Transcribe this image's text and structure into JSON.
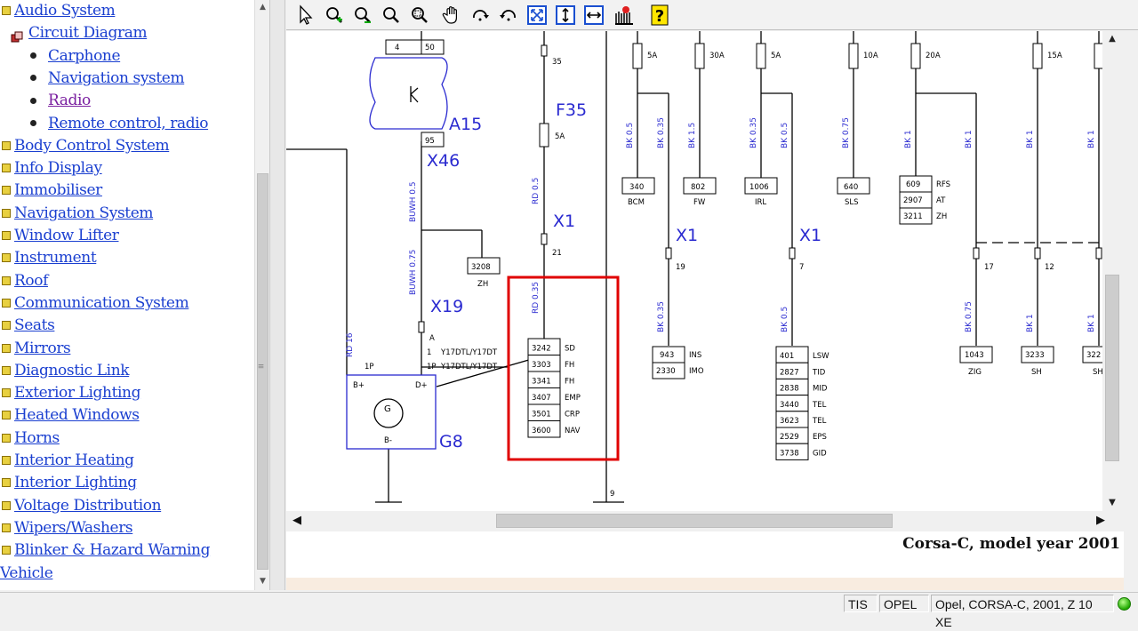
{
  "tree": {
    "items": [
      {
        "label": "Audio System",
        "kind": "folder",
        "indent": 0
      },
      {
        "label": "Circuit Diagram",
        "kind": "diagram",
        "indent": 1
      },
      {
        "label": "Carphone",
        "kind": "bullet",
        "indent": 2
      },
      {
        "label": "Navigation system",
        "kind": "bullet",
        "indent": 2
      },
      {
        "label": "Radio",
        "kind": "bullet",
        "indent": 2,
        "visited": true
      },
      {
        "label": "Remote control, radio",
        "kind": "bullet",
        "indent": 2
      },
      {
        "label": "Body Control System",
        "kind": "folder",
        "indent": 0
      },
      {
        "label": "Info Display",
        "kind": "folder",
        "indent": 0
      },
      {
        "label": "Immobiliser",
        "kind": "folder",
        "indent": 0
      },
      {
        "label": "Navigation System",
        "kind": "folder",
        "indent": 0
      },
      {
        "label": "Window Lifter",
        "kind": "folder",
        "indent": 0
      },
      {
        "label": "Instrument",
        "kind": "folder",
        "indent": 0
      },
      {
        "label": "Roof",
        "kind": "folder",
        "indent": 0
      },
      {
        "label": "Communication System",
        "kind": "folder",
        "indent": 0
      },
      {
        "label": "Seats",
        "kind": "folder",
        "indent": 0
      },
      {
        "label": "Mirrors",
        "kind": "folder",
        "indent": 0
      },
      {
        "label": "Diagnostic Link",
        "kind": "folder",
        "indent": 0
      },
      {
        "label": "Exterior Lighting",
        "kind": "folder",
        "indent": 0
      },
      {
        "label": "Heated Windows",
        "kind": "folder",
        "indent": 0
      },
      {
        "label": "Horns",
        "kind": "folder",
        "indent": 0
      },
      {
        "label": "Interior Heating",
        "kind": "folder",
        "indent": 0
      },
      {
        "label": "Interior Lighting",
        "kind": "folder",
        "indent": 0
      },
      {
        "label": "Voltage Distribution",
        "kind": "folder",
        "indent": 0
      },
      {
        "label": "Wipers/Washers",
        "kind": "folder",
        "indent": 0
      },
      {
        "label": "Blinker & Hazard Warning",
        "kind": "folder",
        "indent": 0
      },
      {
        "label": "Vehicle",
        "kind": "plain",
        "indent": -1
      }
    ]
  },
  "toolbar": {
    "tools": [
      "select-pointer-icon",
      "zoom-in-icon",
      "zoom-out-icon",
      "zoom-icon",
      "zoom-window-icon",
      "pan-hand-icon",
      "rotate-left-icon",
      "rotate-right-icon",
      "fit-all-icon",
      "fit-height-icon",
      "fit-width-icon",
      "highlight-icon",
      "help-icon"
    ]
  },
  "diagram": {
    "components": {
      "a15": "A15",
      "x46": "X46",
      "x19": "X19",
      "g8": "G8",
      "f35": "F35",
      "x1a": "X1",
      "x1b": "X1",
      "x1c": "X1",
      "gen": "G",
      "gen_bplus": "B+",
      "gen_dplus": "D+",
      "gen_bminus": "B-"
    },
    "pins": {
      "p4": "4",
      "p50": "50",
      "p95": "95",
      "p35": "35",
      "p21": "21",
      "p19": "19",
      "p7": "7",
      "p17": "17",
      "p12": "12",
      "p9": "9",
      "pa": "A",
      "p1p": "1P",
      "p1": "1",
      "p1p2": "1P"
    },
    "variant_text": {
      "v1": "Y17DTL/Y17DT",
      "v2": "Y17DTL/Y17DT"
    },
    "fuses": [
      {
        "rating": "5A"
      },
      {
        "rating": "30A"
      },
      {
        "rating": "5A"
      },
      {
        "rating": "10A"
      },
      {
        "rating": "20A"
      },
      {
        "rating": "15A"
      }
    ],
    "f35_rating": "5A",
    "wires": {
      "w_buwh05": "BUWH 0.5",
      "w_buwh075": "BUWH 0.75",
      "w_rd16": "RD 16",
      "w_rd05": "RD 0.5",
      "w_rd035": "RD 0.35",
      "w_bk05a": "BK 0.5",
      "w_bk035a": "BK 0.35",
      "w_bk15": "BK 1.5",
      "w_bk035b": "BK 0.35",
      "w_bk05b": "BK 0.5",
      "w_bk075": "BK 0.75",
      "w_bk1a": "BK 1",
      "w_bk1b": "BK 1",
      "w_bk1c": "BK 1",
      "w_bk1d": "BK 1",
      "w_bk035c": "BK 0.35",
      "w_bk05c": "BK 0.5",
      "w_bk075b": "BK 0.75",
      "w_bk1e": "BK 1",
      "w_bk1f": "BK 1"
    },
    "refs": {
      "r3208": "3208",
      "rzh": "ZH",
      "r340": "340",
      "rbcm": "BCM",
      "r802": "802",
      "rfw": "FW",
      "r1006": "1006",
      "rirl": "IRL",
      "r640": "640",
      "rsls": "SLS",
      "r609": "609",
      "rrfs": "RFS",
      "r2907": "2907",
      "rat": "AT",
      "r3211": "3211",
      "rzh2": "ZH",
      "r943": "943",
      "rins": "INS",
      "r2330": "2330",
      "rimo": "IMO",
      "r1043": "1043",
      "rzig": "ZIG",
      "r3233": "3233",
      "rsh": "SH",
      "r322": "322",
      "rsh2": "SH"
    },
    "radio_refs": [
      {
        "num": "3242",
        "code": "SD"
      },
      {
        "num": "3303",
        "code": "FH"
      },
      {
        "num": "3341",
        "code": "FH"
      },
      {
        "num": "3407",
        "code": "EMP"
      },
      {
        "num": "3501",
        "code": "CRP"
      },
      {
        "num": "3600",
        "code": "NAV"
      }
    ],
    "x1c_refs": [
      {
        "num": "401",
        "code": "LSW"
      },
      {
        "num": "2827",
        "code": "TID"
      },
      {
        "num": "2838",
        "code": "MID"
      },
      {
        "num": "3440",
        "code": "TEL"
      },
      {
        "num": "3623",
        "code": "TEL"
      },
      {
        "num": "2529",
        "code": "EPS"
      },
      {
        "num": "3738",
        "code": "GID"
      }
    ],
    "highlight_color": "#e00000"
  },
  "caption": "Corsa-C, model year 2001",
  "statusbar": {
    "app": "TIS",
    "make": "OPEL",
    "vehicle": "Opel, CORSA-C, 2001, Z 10 XE"
  },
  "colors": {
    "link": "#1a3fd0",
    "visited": "#7a1fa0",
    "diagram_blue": "#2a2ad0",
    "led": "#1fa800"
  }
}
